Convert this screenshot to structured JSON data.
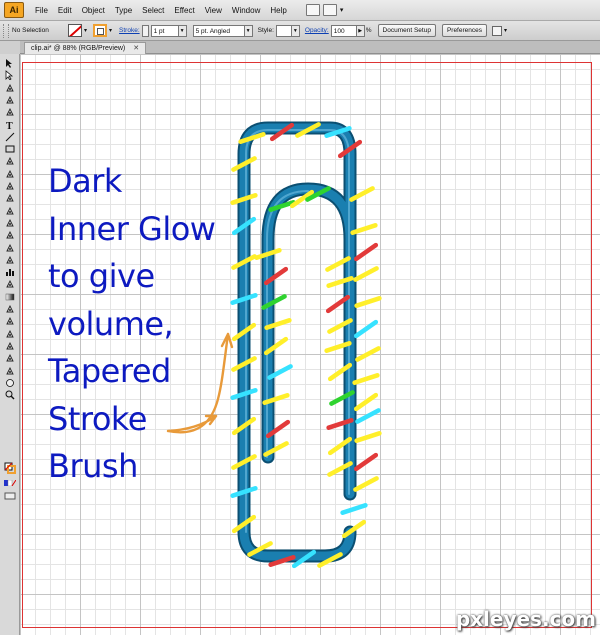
{
  "app": {
    "logo": "Ai"
  },
  "menu": [
    "File",
    "Edit",
    "Object",
    "Type",
    "Select",
    "Effect",
    "View",
    "Window",
    "Help"
  ],
  "control_bar": {
    "selection": "No Selection",
    "stroke_label": "Stroke:",
    "stroke_weight": "1 pt",
    "brush": "5 pt. Angled",
    "style_label": "Style:",
    "opacity_label": "Opacity:",
    "opacity": "100",
    "opacity_unit": "%",
    "document_setup": "Document Setup",
    "preferences": "Preferences"
  },
  "document_tab": {
    "title": "clip.ai* @ 88% (RGB/Preview)",
    "close": "✕"
  },
  "annotation": {
    "lines": [
      "Dark",
      "Inner Glow",
      "to give",
      "volume,",
      "Tapered",
      "Stroke",
      "Brush"
    ],
    "color": "#0d1ac0"
  },
  "artwork": {
    "clip_color": "#1a7fb0",
    "arrow_color": "#e89a3a",
    "dash_colors": [
      "#ffef2a",
      "#36e2ff",
      "#e23a3a",
      "#2fd32f"
    ]
  },
  "tools": [
    "selection-icon",
    "direct-selection-icon",
    "magic-wand-icon",
    "lasso-icon",
    "pen-icon",
    "type-icon",
    "line-segment-icon",
    "rectangle-icon",
    "paintbrush-icon",
    "pencil-icon",
    "blob-brush-icon",
    "eraser-icon",
    "rotate-icon",
    "scale-icon",
    "warp-icon",
    "free-transform-icon",
    "symbol-sprayer-icon",
    "column-graph-icon",
    "mesh-icon",
    "gradient-icon",
    "eyedropper-icon",
    "blend-icon",
    "live-paint-bucket-icon",
    "live-paint-selection-icon",
    "artboard-icon",
    "slice-icon",
    "hand-icon",
    "zoom-icon"
  ],
  "watermark": "pxleyes.com"
}
